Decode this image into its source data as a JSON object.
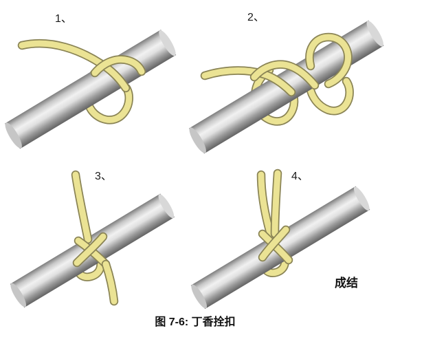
{
  "figure": {
    "steps": [
      {
        "label": "1、"
      },
      {
        "label": "2、"
      },
      {
        "label": "3、"
      },
      {
        "label": "4、"
      }
    ],
    "knot_complete_label": "成结",
    "caption": "图 7-6: 丁香拴扣"
  },
  "colors": {
    "rope": "#ebe394",
    "rope_outline": "#8a8455",
    "bar_highlight": "#f0f0f0",
    "bar_shadow": "#636363",
    "background": "#ffffff"
  }
}
